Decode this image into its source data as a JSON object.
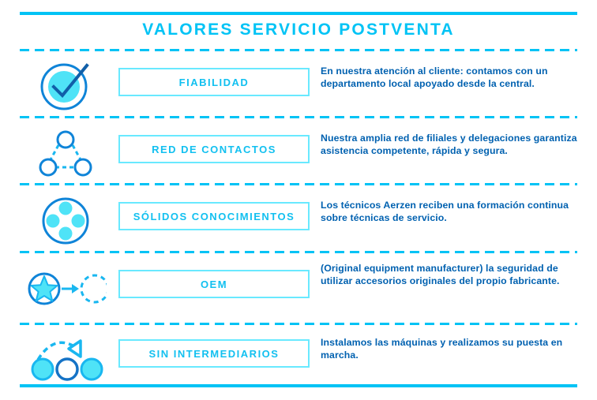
{
  "colors": {
    "accent_cyan": "#00C3F5",
    "label_border": "#69E9FF",
    "label_text": "#12C0F0",
    "description_blue": "#0061B0",
    "icon_dark_blue": "#0F84D8",
    "icon_fill_cyan": "#4FE3F7",
    "background": "#FFFFFF"
  },
  "header": {
    "title": "VALORES SERVICIO POSTVENTA"
  },
  "rows": [
    {
      "icon": "check-circle-icon",
      "label": "FIABILIDAD",
      "description": "En nuestra atención al cliente: contamos con un departamento local apoyado desde la central."
    },
    {
      "icon": "network-nodes-icon",
      "label": "RED DE CONTACTOS",
      "description": "Nuestra amplia red de filiales y delegaciones garantiza asistencia competente, rápida y segura."
    },
    {
      "icon": "four-dots-circle-icon",
      "label": "SÓLIDOS CONOCIMIENTOS",
      "description": "Los técnicos Aerzen reciben una formación continua sobre técnicas de servicio."
    },
    {
      "icon": "star-arrow-circle-icon",
      "label": "OEM",
      "description": "(Original equipment manufacturer) la seguridad de utilizar accesorios originales del propio fabricante."
    },
    {
      "icon": "skip-middle-circles-icon",
      "label": "SIN INTERMEDIARIOS",
      "description": "Instalamos las máquinas y realizamos su puesta en marcha."
    }
  ]
}
